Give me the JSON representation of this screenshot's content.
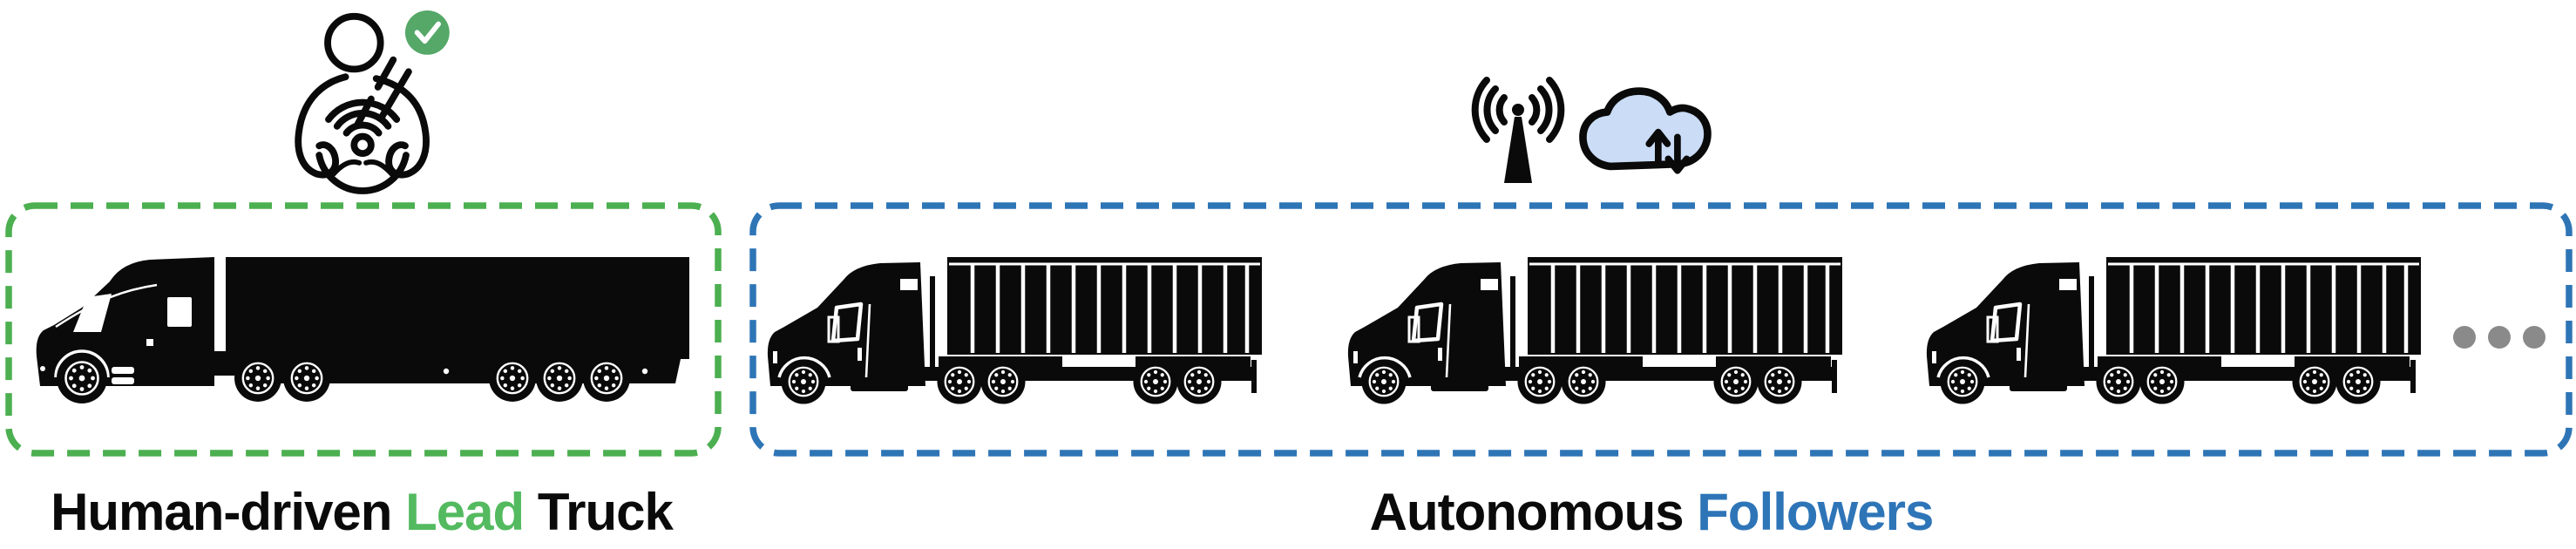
{
  "colors": {
    "background": "#ffffff",
    "ink": "#0a0a0a",
    "green": "#4caf50",
    "green_text": "#53ba5f",
    "badge_green": "#55a868",
    "blue": "#2e75b6",
    "blue_text": "#2e75b8",
    "cloud_fill": "#cadcf6",
    "dot_gray": "#8a8a8a"
  },
  "lead_group": {
    "label_prefix": "Human-driven ",
    "label_highlight": "Lead",
    "label_suffix": " Truck",
    "truck_count": 1,
    "icons": [
      "human-driver-at-steering-wheel",
      "green-check-badge"
    ]
  },
  "followers_group": {
    "label_prefix": "Autonomous ",
    "label_highlight": "Followers",
    "label_suffix": "",
    "truck_count": 3,
    "has_more_indicator": true,
    "icons": [
      "radio-antenna-signal",
      "cloud-data-sync"
    ]
  }
}
